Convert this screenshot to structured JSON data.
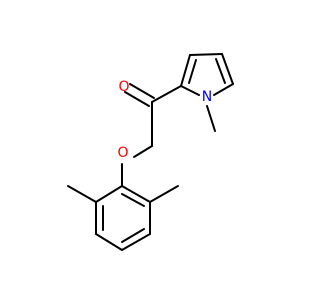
{
  "molecule": {
    "atoms": {
      "oxygen_carbonyl": "O",
      "oxygen_ether": "O",
      "nitrogen_pyrrole": "N"
    },
    "colors": {
      "bond": "#000000",
      "oxygen": "#ff0000",
      "nitrogen": "#0000ff",
      "background": "#ffffff"
    }
  }
}
